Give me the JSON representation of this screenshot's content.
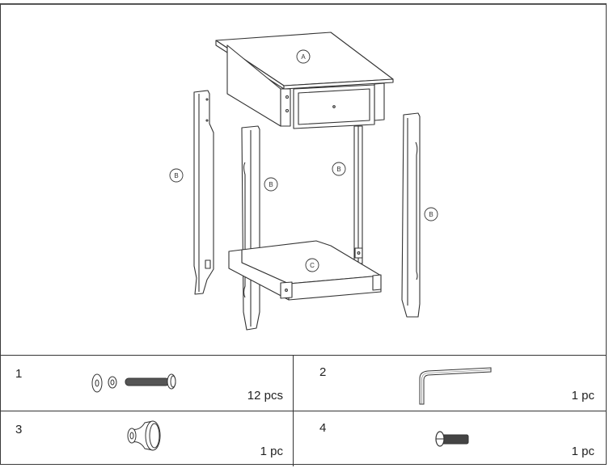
{
  "diagram": {
    "part_labels": [
      {
        "id": "A",
        "label": "A",
        "part": "tabletop-with-drawer"
      },
      {
        "id": "B1",
        "label": "B",
        "part": "leg-back-left"
      },
      {
        "id": "B2",
        "label": "B",
        "part": "leg-front-left"
      },
      {
        "id": "B3",
        "label": "B",
        "part": "leg-back-right"
      },
      {
        "id": "B4",
        "label": "B",
        "part": "leg-front-right"
      },
      {
        "id": "C",
        "label": "C",
        "part": "bottom-shelf"
      }
    ]
  },
  "hardware": [
    {
      "number": "1",
      "icon": "bolt-washer-set-icon",
      "quantity": "12 pcs"
    },
    {
      "number": "2",
      "icon": "allen-key-icon",
      "quantity": "1 pc"
    },
    {
      "number": "3",
      "icon": "drawer-knob-icon",
      "quantity": "1 pc"
    },
    {
      "number": "4",
      "icon": "screw-icon",
      "quantity": "1 pc"
    }
  ],
  "colors": {
    "line": "#333333",
    "background": "#ffffff"
  }
}
